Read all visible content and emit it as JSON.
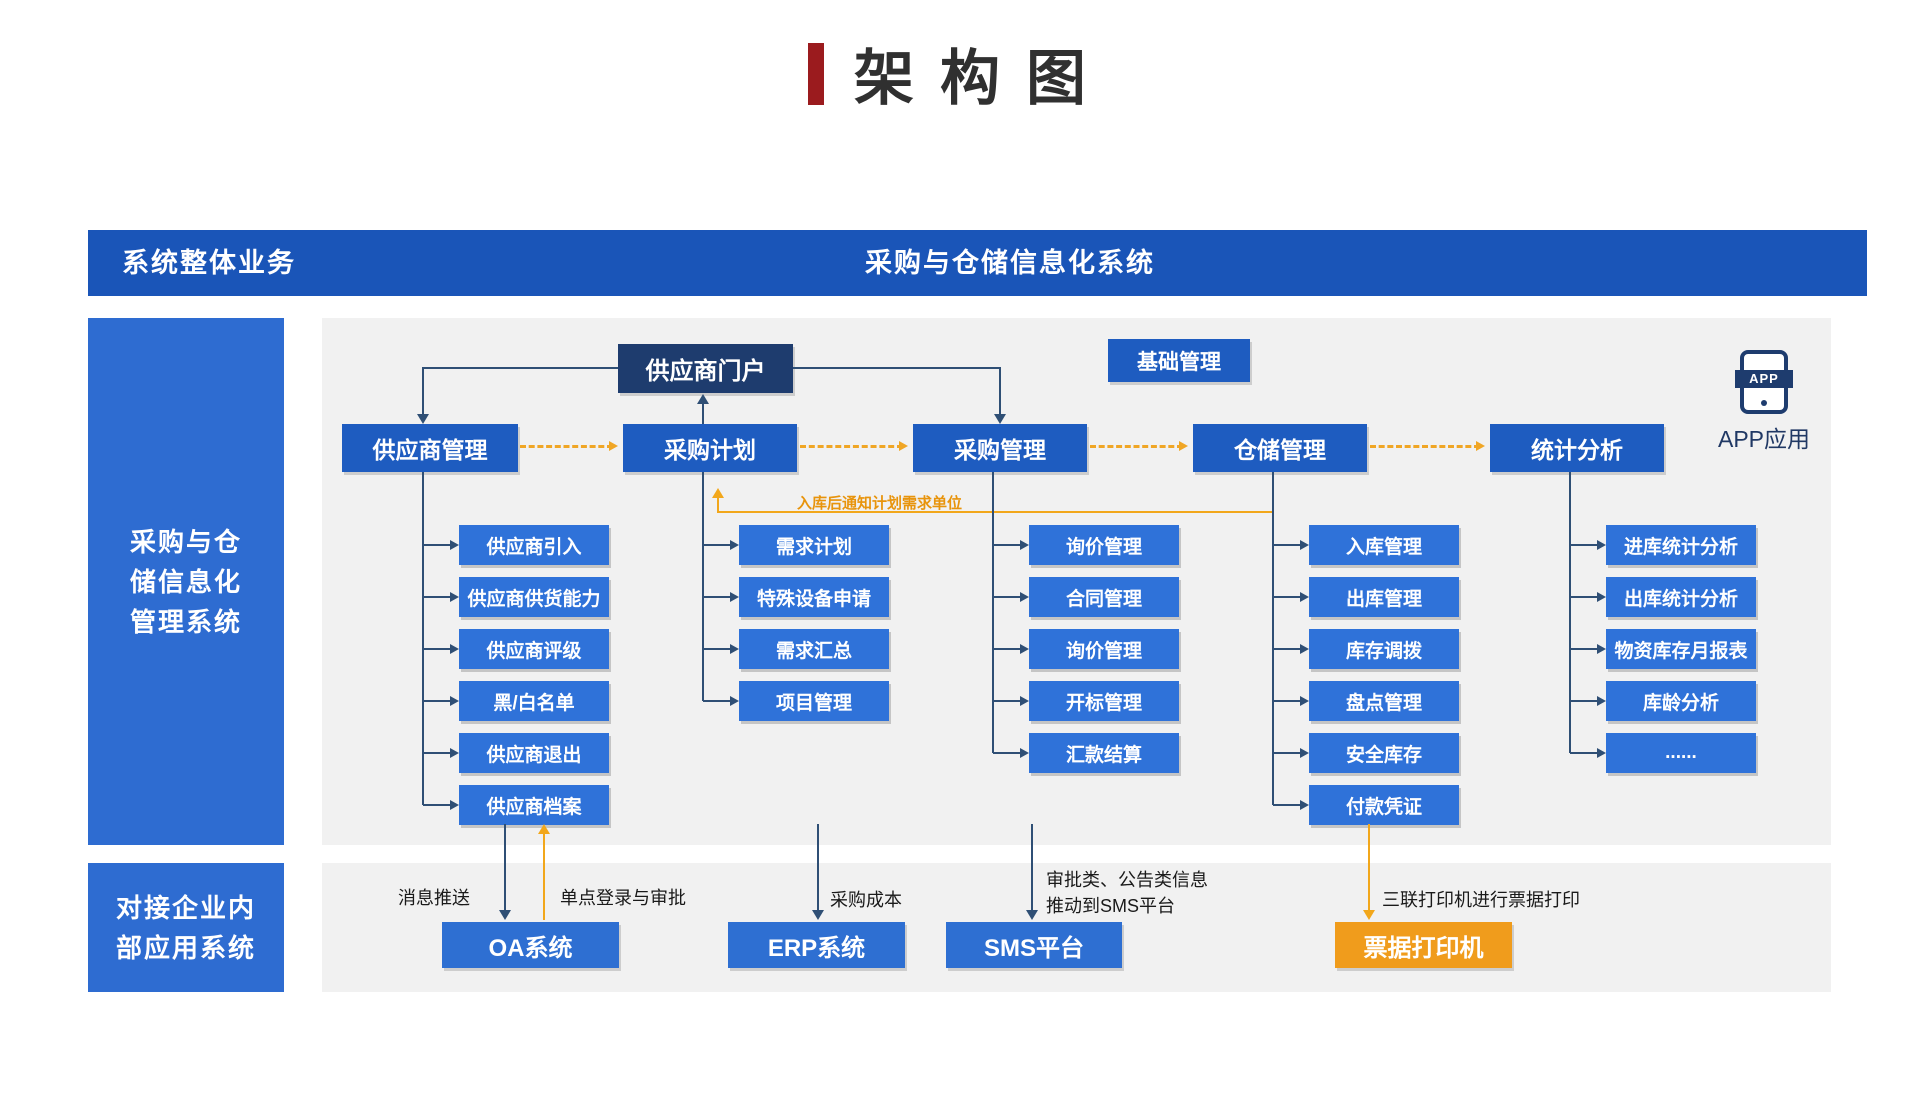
{
  "title": {
    "text": "架构图"
  },
  "header": {
    "left": "系统整体业务",
    "center": "采购与仓储信息化系统"
  },
  "sidebar": {
    "top": {
      "lines": [
        "采购与仓",
        "储信息化",
        "管理系统"
      ]
    },
    "bottom": {
      "lines": [
        "对接企业内",
        "部应用系统"
      ]
    }
  },
  "portal": {
    "label": "供应商门户"
  },
  "base_management": {
    "label": "基础管理"
  },
  "app": {
    "badge": "APP",
    "caption": "APP应用"
  },
  "columns": [
    {
      "parent": "供应商管理",
      "children": [
        "供应商引入",
        "供应商供货能力",
        "供应商评级",
        "黑/白名单",
        "供应商退出",
        "供应商档案"
      ]
    },
    {
      "parent": "采购计划",
      "children": [
        "需求计划",
        "特殊设备申请",
        "需求汇总",
        "项目管理"
      ]
    },
    {
      "parent": "采购管理",
      "children": [
        "询价管理",
        "合同管理",
        "询价管理",
        "开标管理",
        "汇款结算"
      ]
    },
    {
      "parent": "仓储管理",
      "children": [
        "入库管理",
        "出库管理",
        "库存调拨",
        "盘点管理",
        "安全库存",
        "付款凭证"
      ]
    },
    {
      "parent": "统计分析",
      "children": [
        "进库统计分析",
        "出库统计分析",
        "物资库存月报表",
        "库龄分析",
        "......"
      ]
    }
  ],
  "annotation": {
    "text": "入库后通知计划需求单位"
  },
  "integration": {
    "labels": {
      "message_push": "消息推送",
      "sso": "单点登录与审批",
      "procurement_cost": "采购成本",
      "sms_info_line1": "审批类、公告类信息",
      "sms_info_line2": "推动到SMS平台",
      "print": "三联打印机进行票据打印"
    },
    "systems": [
      "OA系统",
      "ERP系统",
      "SMS平台",
      "票据打印机"
    ]
  },
  "colors": {
    "header_blue": "#1a55b8",
    "parent_blue": "#1e5cc0",
    "child_blue": "#2f72d9",
    "sidebar_blue": "#2e6cd1",
    "navy": "#1e3c6e",
    "line_navy": "#2f4f75",
    "orange": "#f09c1c",
    "orange_line": "#f2a71b",
    "title_red": "#9b1b1e",
    "panel_gray": "#f1f1f1"
  }
}
